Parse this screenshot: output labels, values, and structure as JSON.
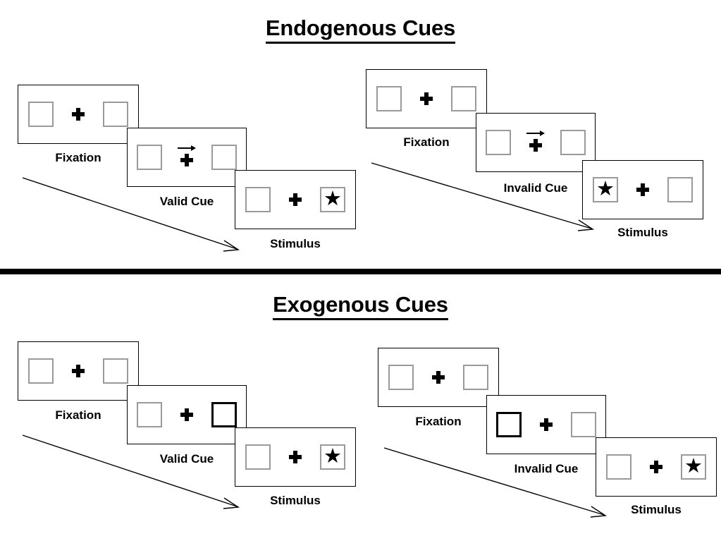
{
  "figure": {
    "type": "diagram",
    "description": "Posner-style spatial cueing paradigm: endogenous vs exogenous cues, valid and invalid trials",
    "background": "#ffffff",
    "ink_color": "#000000",
    "box_outline_color": "#9a9a9a",
    "cued_box_outline_color": "#000000"
  },
  "sections": [
    {
      "id": "endogenous",
      "title": "Endogenous Cues",
      "trials": [
        {
          "id": "endogenous-valid",
          "frames": [
            {
              "caption": "Fixation",
              "left_box": {
                "state": "normal",
                "content": "none"
              },
              "center": {
                "cross": true,
                "cue_arrow": "none"
              },
              "right_box": {
                "state": "normal",
                "content": "none"
              }
            },
            {
              "caption": "Valid Cue",
              "left_box": {
                "state": "normal",
                "content": "none"
              },
              "center": {
                "cross": true,
                "cue_arrow": "right-arrow-icon"
              },
              "right_box": {
                "state": "normal",
                "content": "none"
              }
            },
            {
              "caption": "Stimulus",
              "left_box": {
                "state": "normal",
                "content": "none"
              },
              "center": {
                "cross": true,
                "cue_arrow": "none"
              },
              "right_box": {
                "state": "normal",
                "content": "star"
              }
            }
          ]
        },
        {
          "id": "endogenous-invalid",
          "frames": [
            {
              "caption": "Fixation",
              "left_box": {
                "state": "normal",
                "content": "none"
              },
              "center": {
                "cross": true,
                "cue_arrow": "none"
              },
              "right_box": {
                "state": "normal",
                "content": "none"
              }
            },
            {
              "caption": "Invalid Cue",
              "left_box": {
                "state": "normal",
                "content": "none"
              },
              "center": {
                "cross": true,
                "cue_arrow": "right-arrow-icon"
              },
              "right_box": {
                "state": "normal",
                "content": "none"
              }
            },
            {
              "caption": "Stimulus",
              "left_box": {
                "state": "normal",
                "content": "star"
              },
              "center": {
                "cross": true,
                "cue_arrow": "none"
              },
              "right_box": {
                "state": "normal",
                "content": "none"
              }
            }
          ]
        }
      ]
    },
    {
      "id": "exogenous",
      "title": "Exogenous Cues",
      "trials": [
        {
          "id": "exogenous-valid",
          "frames": [
            {
              "caption": "Fixation",
              "left_box": {
                "state": "normal",
                "content": "none"
              },
              "center": {
                "cross": true,
                "cue_arrow": "none"
              },
              "right_box": {
                "state": "normal",
                "content": "none"
              }
            },
            {
              "caption": "Valid Cue",
              "left_box": {
                "state": "normal",
                "content": "none"
              },
              "center": {
                "cross": true,
                "cue_arrow": "none"
              },
              "right_box": {
                "state": "cued",
                "content": "none"
              }
            },
            {
              "caption": "Stimulus",
              "left_box": {
                "state": "normal",
                "content": "none"
              },
              "center": {
                "cross": true,
                "cue_arrow": "none"
              },
              "right_box": {
                "state": "normal",
                "content": "star"
              }
            }
          ]
        },
        {
          "id": "exogenous-invalid",
          "frames": [
            {
              "caption": "Fixation",
              "left_box": {
                "state": "normal",
                "content": "none"
              },
              "center": {
                "cross": true,
                "cue_arrow": "none"
              },
              "right_box": {
                "state": "normal",
                "content": "none"
              }
            },
            {
              "caption": "Invalid Cue",
              "left_box": {
                "state": "cued",
                "content": "none"
              },
              "center": {
                "cross": true,
                "cue_arrow": "none"
              },
              "right_box": {
                "state": "normal",
                "content": "none"
              }
            },
            {
              "caption": "Stimulus",
              "left_box": {
                "state": "normal",
                "content": "none"
              },
              "center": {
                "cross": true,
                "cue_arrow": "none"
              },
              "right_box": {
                "state": "normal",
                "content": "star"
              }
            }
          ]
        }
      ]
    }
  ],
  "glyphs": {
    "star": "★",
    "fixation_cross": "plus-cross-icon",
    "time_arrow": "diagonal-time-arrow-icon"
  }
}
